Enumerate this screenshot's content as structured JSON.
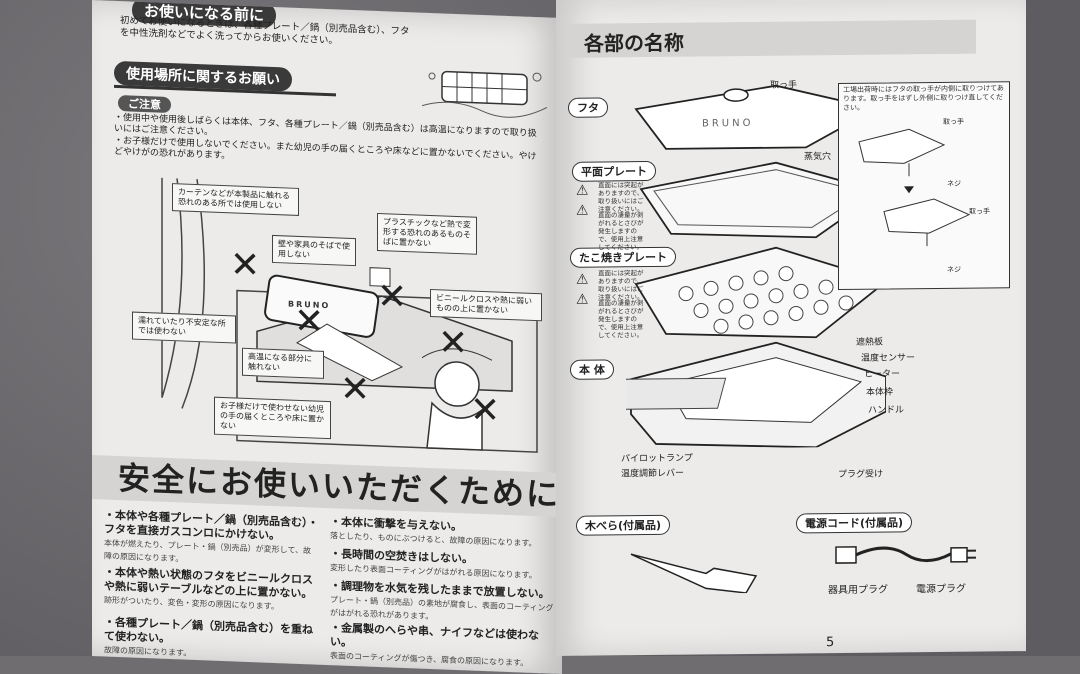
{
  "left": {
    "header1": "お使いになる前に",
    "intro": "初めてお使いになるときは、各種プレート／鍋（別売品含む）、フタを中性洗剤などでよく洗ってからお使いください。",
    "header2": "使用場所に関するお願い",
    "caution_label": "ご注意",
    "caution_1": "・使用中や使用後しばらくは本体、フタ、各種プレート／鍋（別売品含む）は高温になりますので取り扱いにはご注意ください。",
    "caution_2": "・お子様だけで使用しないでください。また幼児の手の届くところや床などに置かないでください。やけどやけがの恐れがあります。",
    "bubbles": [
      "カーテンなどが本製品に触れる恐れのある所では使用しない",
      "壁や家具のそばで使用しない",
      "プラスチックなど熱で変形する恐れのあるものそばに置かない",
      "ビニールクロスや熱に弱いものの上に置かない",
      "濡れていたり不安定な所では使わない",
      "高温になる部分に触れない",
      "お子様だけで使わせない幼児の手の届くところや床に置かない"
    ],
    "section_title": "安全にお使いいただくために",
    "bullets_left": [
      {
        "head": "・本体や各種プレート／鍋（別売品含む）・フタを直接ガスコンロにかけない。",
        "sub": "本体が燃えたり、プレート・鍋（別売品）が変形して、故障の原因になります。"
      },
      {
        "head": "・本体や熱い状態のフタをビニールクロスや熱に弱いテーブルなどの上に置かない。",
        "sub": "跡形がついたり、変色・変形の原因になります。"
      },
      {
        "head": "・各種プレート／鍋（別売品含む）を重ねて使わない。",
        "sub": "故障の原因になります。"
      }
    ],
    "bullets_right": [
      {
        "head": "・本体に衝撃を与えない。",
        "sub": "落としたり、ものにぶつけると、故障の原因になります。"
      },
      {
        "head": "・長時間の空焚きはしない。",
        "sub": "変形したり表面コーティングがはがれる原因になります。"
      },
      {
        "head": "・調理物を水気を残したままで放置しない。",
        "sub": "プレート・鍋（別売品）の素地が腐食し、表面のコーティングがはがれる恐れがあります。"
      },
      {
        "head": "・金属製のへらや串、ナイフなどは使わない。",
        "sub": "表面のコーティングが傷つき、腐食の原因になります。"
      }
    ],
    "brand": "BRUNO"
  },
  "right": {
    "title": "各部の名称",
    "lid_tag": "フタ",
    "flat_tag": "平面プレート",
    "tako_tag": "たこ焼きプレート",
    "body_tag": "本 体",
    "spatula_tag": "木べら(付属品)",
    "cord_tag": "電源コード(付属品)",
    "lid_labels": [
      "取っ手",
      "蒸気穴"
    ],
    "note_box": "工場出荷時にはフタの取っ手が内側に取りつけてあります。取っ手をはずし外側に取りつけ直してください。",
    "note_labels": [
      "取っ手",
      "ネジ",
      "取っ手",
      "ネジ"
    ],
    "warn_a": "直面には突起がありますので、取り扱いにはご注意ください。",
    "warn_b": "直面の凄量が剥がれるとさびが発生しますので、使用上注意してください。",
    "body_labels": [
      "遮熱板",
      "温度センサー",
      "ヒーター",
      "本体枠",
      "ハンドル"
    ],
    "body_bottom_labels": [
      "パイロットランプ",
      "温度調節レバー",
      "プラグ受け"
    ],
    "plug_labels": [
      "器具用プラグ",
      "電源プラグ"
    ],
    "page_number": "5",
    "brand": "BRUNO"
  }
}
